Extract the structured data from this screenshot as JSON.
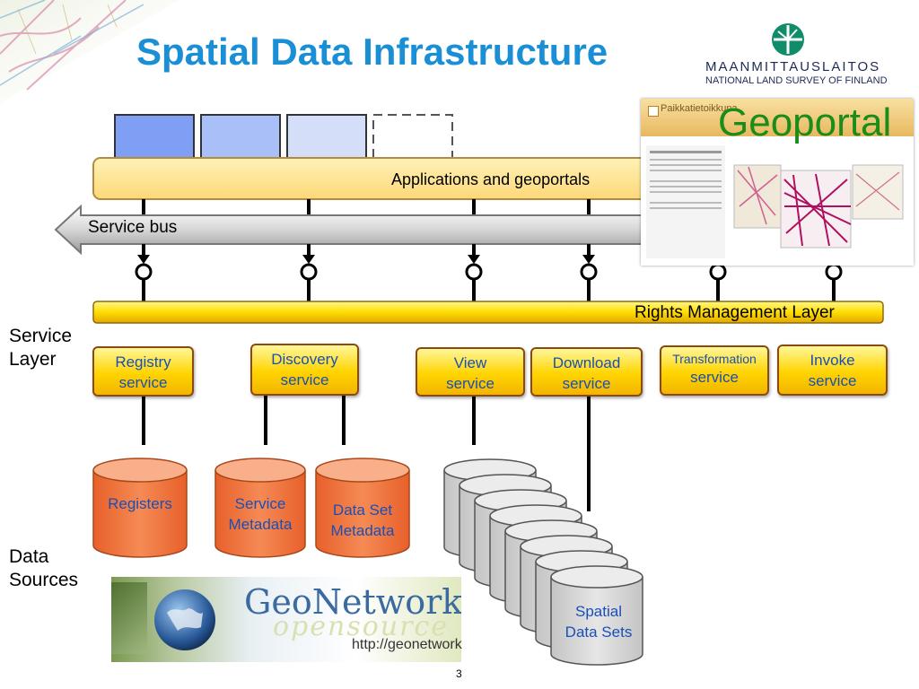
{
  "slide": {
    "title": "Spatial Data Infrastructure",
    "page_number": "3"
  },
  "logo": {
    "name_fi": "MAANMITTAUSLAITOS",
    "name_en": "NATIONAL LAND SURVEY OF FINLAND"
  },
  "layers": {
    "applications_label": "Applications and geoportals",
    "service_bus_label": "Service bus",
    "rights_label": "Rights Management Layer",
    "service_layer_label": [
      "Service",
      "Layer"
    ],
    "data_sources_label": [
      "Data",
      "Sources"
    ]
  },
  "services": [
    {
      "line1": "Registry",
      "line2": "service"
    },
    {
      "line1": "Discovery",
      "line2": "service"
    },
    {
      "line1": "View",
      "line2": "service"
    },
    {
      "line1": "Download",
      "line2": "service"
    },
    {
      "line1": "Transformation",
      "line2": "service"
    },
    {
      "line1": "Invoke",
      "line2": "service"
    }
  ],
  "data_sources": {
    "registers": [
      "Registers"
    ],
    "service_metadata": [
      "Service",
      "Metadata"
    ],
    "dataset_metadata": [
      "Data Set",
      "Metadata"
    ],
    "spatial_data_sets": [
      "Spatial",
      "Data Sets"
    ]
  },
  "geoportal": {
    "title": "Geoportal",
    "site_name": "Paikkatietoikkuna"
  },
  "geonetwork": {
    "name": "GeoNetwork",
    "subtitle": "opensource",
    "url": "http://geonetwork"
  },
  "colors": {
    "title_blue": "#1a8fd6",
    "service_yellow": "#ffd400",
    "data_orange": "#f07840",
    "spatial_grey": "#d4d4d4",
    "service_text_blue": "#1a4fb5",
    "geoportal_green": "#1a8c1a"
  }
}
